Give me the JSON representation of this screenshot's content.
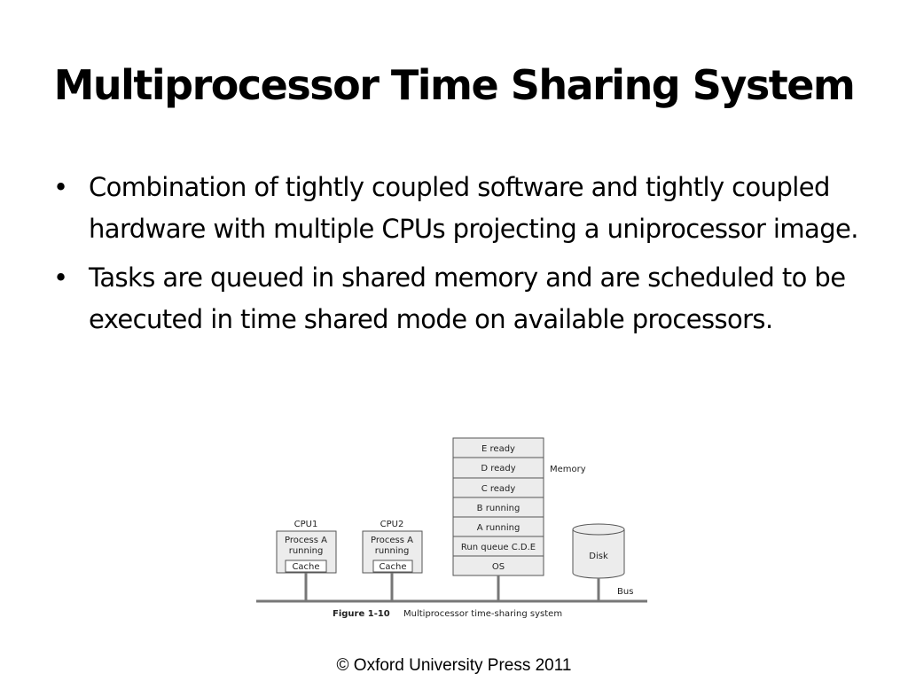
{
  "slide": {
    "title": "Multiprocessor Time Sharing System",
    "bullets": [
      "Combination of tightly coupled software and tightly coupled hardware with multiple CPUs projecting a uniprocessor image.",
      "Tasks are queued in shared memory and are scheduled to be executed in time shared mode on available processors."
    ],
    "bullet_marker": "•",
    "footer": "© Oxford University Press 2011"
  },
  "diagram": {
    "cpu1": {
      "label": "CPU1",
      "line1": "Process A",
      "line2": "running",
      "cache": "Cache"
    },
    "cpu2": {
      "label": "CPU2",
      "line1": "Process A",
      "line2": "running",
      "cache": "Cache"
    },
    "memory": {
      "label": "Memory",
      "cells": [
        "E ready",
        "D ready",
        "C ready",
        "B running",
        "A running",
        "Run queue C.D.E",
        "OS"
      ]
    },
    "disk": {
      "label": "Disk"
    },
    "bus": {
      "label": "Bus"
    },
    "caption": {
      "figure": "Figure 1-10",
      "text": "Multiprocessor time-sharing system"
    }
  }
}
